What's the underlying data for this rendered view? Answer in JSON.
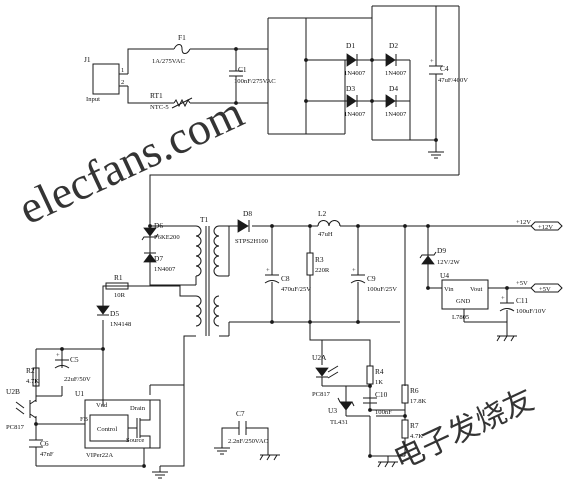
{
  "connector": {
    "ref": "J1",
    "pin1": "1",
    "pin2": "2",
    "label": "Input"
  },
  "fuse": {
    "ref": "F1",
    "value": "1A/275VAC"
  },
  "thermistor": {
    "ref": "RT1",
    "value": "NTC-5"
  },
  "x_cap": {
    "ref": "C1",
    "value": "100nF/275VAC"
  },
  "bridge": [
    {
      "ref": "D1",
      "value": "1N4007"
    },
    {
      "ref": "D2",
      "value": "1N4007"
    },
    {
      "ref": "D3",
      "value": "1N4007"
    },
    {
      "ref": "D4",
      "value": "1N4007"
    }
  ],
  "bulk_cap": {
    "ref": "C4",
    "value": "47uF/400V"
  },
  "clamp_tvs": {
    "ref": "D6",
    "value": "P6KE200"
  },
  "clamp_diode": {
    "ref": "D7",
    "value": "1N4007"
  },
  "transformer": {
    "ref": "T1"
  },
  "output_diode": {
    "ref": "D8",
    "value": "STPS2H100"
  },
  "inductor": {
    "ref": "L2",
    "value": "47uH"
  },
  "out_cap1": {
    "ref": "C8",
    "value": "470uF/25V"
  },
  "bleeder": {
    "ref": "R3",
    "value": "220R"
  },
  "out_cap2": {
    "ref": "C9",
    "value": "100uF/25V"
  },
  "rail_12": {
    "label": "+12V",
    "flag": "+12V"
  },
  "zener": {
    "ref": "D9",
    "value": "12V/2W"
  },
  "regulator": {
    "ref": "U4",
    "pin_in": "Vin",
    "pin_out": "Vout",
    "pin_gnd": "GND",
    "part": "L7805"
  },
  "rail_5": {
    "label": "+5V",
    "flag": "+5V"
  },
  "out_cap3": {
    "ref": "C11",
    "value": "100uF/10V"
  },
  "r_feed": {
    "ref": "R1",
    "value": "10R"
  },
  "aux_diode": {
    "ref": "D5",
    "value": "1N4148"
  },
  "vdd_cap": {
    "ref": "C5",
    "value": "22uF/50V"
  },
  "r_fb": {
    "ref": "R2",
    "value": "4.7K"
  },
  "opto_tx": {
    "ref": "U2B",
    "part": "PC817"
  },
  "fb_cap": {
    "ref": "C6",
    "value": "47nF"
  },
  "controller": {
    "ref": "U1",
    "part": "VIPer22A",
    "pin_vdd": "Vdd",
    "pin_fb": "FB",
    "pin_drain": "Drain",
    "pin_source": "Source",
    "block": "Control"
  },
  "y_cap": {
    "ref": "C7",
    "value": "2.2nF/250VAC"
  },
  "opto_rx": {
    "ref": "U2A",
    "part": "PC817"
  },
  "r_led": {
    "ref": "R4",
    "value": "1K"
  },
  "comp_cap": {
    "ref": "C10",
    "value": "100nF"
  },
  "shunt_ref": {
    "ref": "U3",
    "part": "TL431"
  },
  "div_top": {
    "ref": "R6",
    "value": "17.8K"
  },
  "div_bot": {
    "ref": "R7",
    "value": "4.7K"
  },
  "watermark": {
    "text": "elecfans.com",
    "cn": "电子发烧友"
  },
  "colors": {
    "ink": "#1a1a1a",
    "background": "#ffffff",
    "watermark": "#c8c8c8"
  }
}
